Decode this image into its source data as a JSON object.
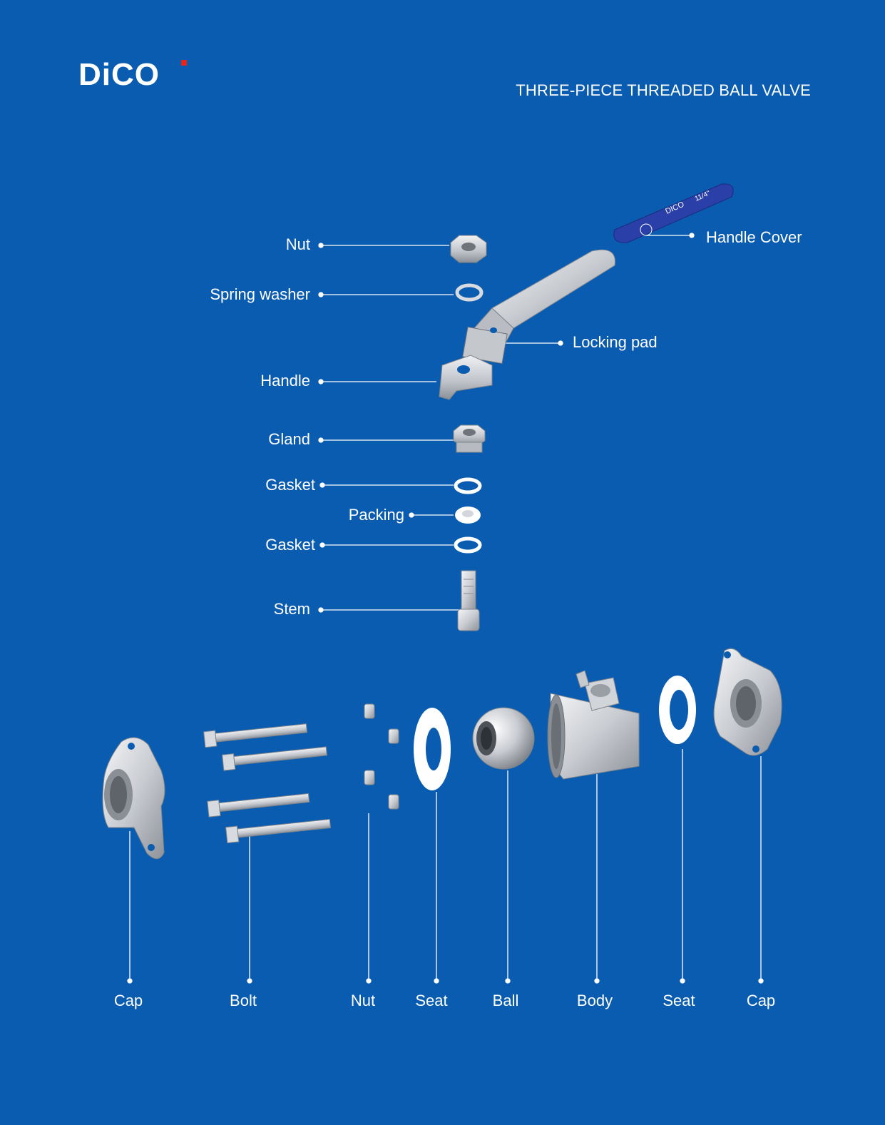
{
  "brand": {
    "logo_text": "DiCO"
  },
  "header": {
    "title": "THREE-PIECE THREADED BALL VALVE"
  },
  "handle_cover": {
    "brand_text": "DICO",
    "size_text": "11/4\""
  },
  "upper_labels": {
    "nut": "Nut",
    "spring_washer": "Spring washer",
    "handle": "Handle",
    "gland": "Gland",
    "gasket_top": "Gasket",
    "packing": "Packing",
    "gasket_bottom": "Gasket",
    "stem": "Stem",
    "handle_cover": "Handle Cover",
    "locking_pad": "Locking pad"
  },
  "bottom_labels": {
    "cap_left": "Cap",
    "bolt": "Bolt",
    "nut": "Nut",
    "seat_left": "Seat",
    "ball": "Ball",
    "body": "Body",
    "seat_right": "Seat",
    "cap_right": "Cap"
  },
  "colors": {
    "background": "#0a5cb0",
    "metal": "#c9ccd1",
    "metal_dark": "#8d9299",
    "handle_cover": "#2a3fa8",
    "logo_accent": "#e2261c"
  }
}
